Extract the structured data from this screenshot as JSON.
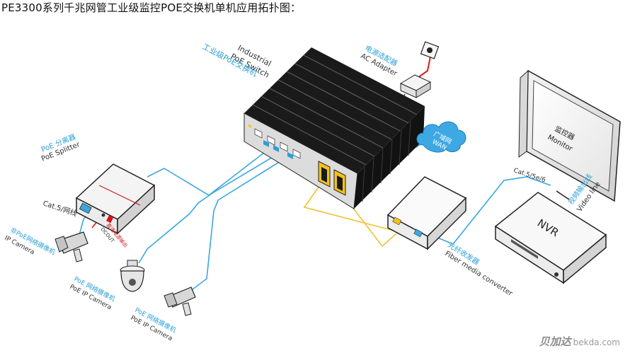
{
  "title": "PE3300系列千兆网管工业级监控POE交换机单机应用拓扑图：",
  "switch": {
    "label_en_1": "Industrial",
    "label_en_2": "PoE Switch",
    "label_cn": "工业级PoE交换机"
  },
  "ac_adapter": {
    "label_cn": "电源适配器",
    "label_en": "AC Adapter"
  },
  "wan": {
    "label_cn": "广域网",
    "label_en": "WAN"
  },
  "monitor": {
    "label_cn": "监控器",
    "label_en": "Monitor"
  },
  "video_line": {
    "label_cn": "视频输出线",
    "label_en": "Video line"
  },
  "cat_cable": {
    "label": "Cat.5/5e/6"
  },
  "nvr": {
    "label": "NVR"
  },
  "fiber": {
    "label_cn": "光纤收发器",
    "label_en": "Fiber media converter"
  },
  "splitter": {
    "label_cn": "PoE 分离器",
    "label_en": "PoE Splitter"
  },
  "cat5": {
    "label": "Cat.5/网线"
  },
  "dc_out": {
    "label_cn": "直流电源输出",
    "label_en": "DCOUT"
  },
  "non_poe_cam": {
    "label_cn": "非PoE网络摄像机",
    "label_en": "IP Camera"
  },
  "poe_cam_dome": {
    "label_cn": "PoE 网络摄像机",
    "label_en": "PoE IP Camera"
  },
  "poe_cam_bullet": {
    "label_cn": "PoE 网络摄像机",
    "label_en": "PoE IP Camera"
  },
  "watermark": {
    "brand": "贝加达",
    "site": "bekda.com"
  },
  "colors": {
    "lan_cable": "#3aa7e0",
    "fiber_cable": "#f0c030",
    "power_cable": "#d81e1e",
    "label_blue": "#2a9fd6"
  },
  "icons": [
    "switch-icon",
    "ac-adapter-icon",
    "wall-socket-icon",
    "wan-cloud-icon",
    "monitor-icon",
    "nvr-icon",
    "fiber-converter-icon",
    "poe-splitter-icon",
    "bullet-camera-icon",
    "dome-camera-icon"
  ]
}
